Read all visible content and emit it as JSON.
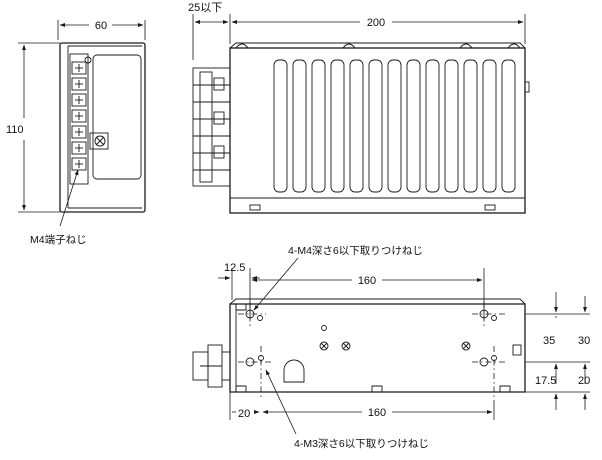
{
  "side_view": {
    "dim_width": "60",
    "dim_height": "110",
    "terminal_label": "M4端子ねじ"
  },
  "front_view": {
    "dim_terminal_projection": "25以下",
    "dim_length": "200"
  },
  "bottom_view": {
    "dim_left_offset": "12.5",
    "dim_top_pitch": "160",
    "top_hole_label": "4-M4深さ6以下取りつけねじ",
    "dim_upper_vertical_inner": "35",
    "dim_upper_vertical_outer": "30",
    "dim_lower_vertical_inner": "17.5",
    "dim_lower_vertical_outer": "20",
    "dim_bottom_left_offset": "20",
    "dim_bottom_pitch": "160",
    "bottom_hole_label": "4-M3深さ6以下取りつけねじ"
  }
}
